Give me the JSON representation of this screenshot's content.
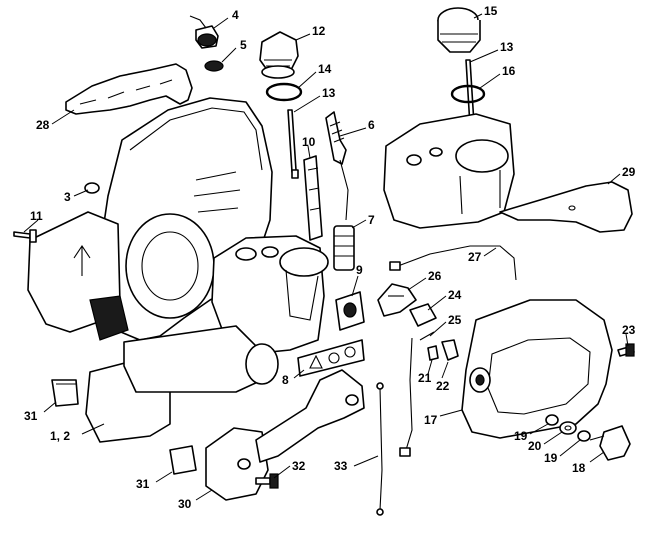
{
  "diagram": {
    "callouts": [
      {
        "id": "c4",
        "label": "4"
      },
      {
        "id": "c5",
        "label": "5"
      },
      {
        "id": "c12",
        "label": "12"
      },
      {
        "id": "c14",
        "label": "14"
      },
      {
        "id": "c13a",
        "label": "13"
      },
      {
        "id": "c6",
        "label": "6"
      },
      {
        "id": "c10",
        "label": "10"
      },
      {
        "id": "c15",
        "label": "15"
      },
      {
        "id": "c13b",
        "label": "13"
      },
      {
        "id": "c16",
        "label": "16"
      },
      {
        "id": "c28",
        "label": "28"
      },
      {
        "id": "c3",
        "label": "3"
      },
      {
        "id": "c11",
        "label": "11"
      },
      {
        "id": "c7",
        "label": "7"
      },
      {
        "id": "c29",
        "label": "29"
      },
      {
        "id": "c27",
        "label": "27"
      },
      {
        "id": "c9",
        "label": "9"
      },
      {
        "id": "c26",
        "label": "26"
      },
      {
        "id": "c24",
        "label": "24"
      },
      {
        "id": "c25",
        "label": "25"
      },
      {
        "id": "c23",
        "label": "23"
      },
      {
        "id": "c8",
        "label": "8"
      },
      {
        "id": "c21",
        "label": "21"
      },
      {
        "id": "c22",
        "label": "22"
      },
      {
        "id": "c31a",
        "label": "31"
      },
      {
        "id": "c12b",
        "label": "1, 2"
      },
      {
        "id": "c17",
        "label": "17"
      },
      {
        "id": "c19a",
        "label": "19"
      },
      {
        "id": "c20",
        "label": "20"
      },
      {
        "id": "c19b",
        "label": "19"
      },
      {
        "id": "c18",
        "label": "18"
      },
      {
        "id": "c32",
        "label": "32"
      },
      {
        "id": "c33",
        "label": "33"
      },
      {
        "id": "c31b",
        "label": "31"
      },
      {
        "id": "c30",
        "label": "30"
      }
    ]
  }
}
